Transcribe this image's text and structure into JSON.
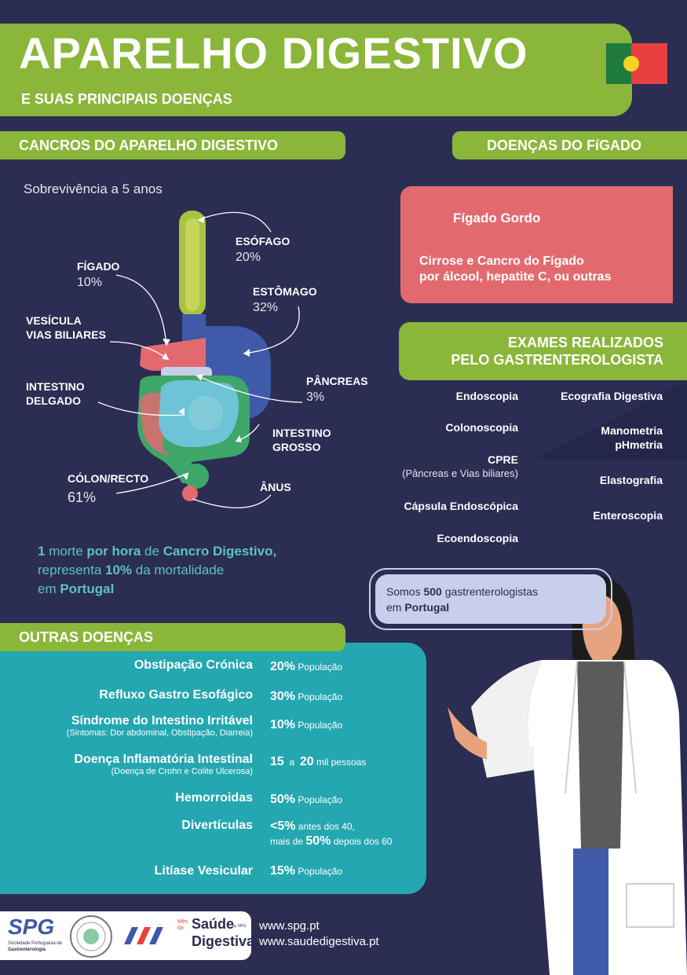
{
  "header": {
    "title": "APARELHO DIGESTIVO",
    "subtitle": "E SUAS PRINCIPAIS DOENÇAS"
  },
  "sections": {
    "cancers": "CANCROS DO APARELHO DIGESTIVO",
    "liver": "DOENÇAS DO FíGADO",
    "exams_line1": "EXAMES REALIZADOS",
    "exams_line2": "PELO GASTRENTEROLOGISTA",
    "others": "OUTRAS DOENÇAS"
  },
  "survival": {
    "title": "Sobrevivência a 5 anos",
    "esofago": {
      "label": "ESÓFAGO",
      "value": "20%"
    },
    "estomago": {
      "label": "ESTÔMAGO",
      "value": "32%"
    },
    "figado": {
      "label": "FÍGADO",
      "value": "10%"
    },
    "vesicula1": "VESÍCULA",
    "vesicula2": "VIAS BILIARES",
    "pancreas": {
      "label": "PÂNCREAS",
      "value": "3%"
    },
    "intestino_delgado1": "INTESTINO",
    "intestino_delgado2": "DELGADO",
    "intestino_grosso1": "INTESTINO",
    "intestino_grosso2": "GROSSO",
    "colon": {
      "label": "CÓLON/RECTO",
      "value": "61%"
    },
    "anus": "ÂNUS"
  },
  "liver_panel": {
    "item1": "Fígado Gordo",
    "item2_line1": "Cirrose e Cancro do Fígado",
    "item2_line2": "por  álcool, hepatite C, ou outras"
  },
  "exams": {
    "left": [
      "Endoscopia",
      "Colonoscopia",
      "CPRE",
      "Cápsula Endoscópica",
      "Ecoendoscopia"
    ],
    "cpre_note": "(Pâncreas e Vias biliares)",
    "right": [
      "Ecografia Digestiva",
      "Manometria",
      "pHmetria",
      "Elastografia",
      "Enteroscopia"
    ]
  },
  "mortality": {
    "n": "1",
    "t1": " morte ",
    "b1": "por hora",
    "t2": " de ",
    "b2": "Cancro Digestivo,",
    "t3": "representa ",
    "b3": "10%",
    "t4": " da mortalidade",
    "t5": "em ",
    "b4": "Portugal"
  },
  "bubble": {
    "t1": "Somos ",
    "b1": "500",
    "t2": " gastrenterologistas",
    "t3": "em ",
    "b2": "Portugal"
  },
  "other_diseases": [
    {
      "name": "Obstipação Crónica",
      "sub": "",
      "value": "20%",
      "unit": " População"
    },
    {
      "name": "Refluxo Gastro Esofágico",
      "sub": "",
      "value": "30%",
      "unit": " População"
    },
    {
      "name": "Síndrome do Intestino Irritável",
      "sub": "(Sintomas: Dor abdominal, Obstipação, Diarreia)",
      "value": "10%",
      "unit": " População"
    },
    {
      "name": "Doença Inflamatória Intestinal",
      "sub": "(Doença de Crohn e Colite Ulcerosa)",
      "value": "15",
      "unit": "  a  ",
      "value2": "20",
      "unit2": " mil pessoas"
    },
    {
      "name": "Hemorroidas",
      "sub": "",
      "value": "50%",
      "unit": " População"
    },
    {
      "name": "Divertículas",
      "sub": "",
      "value": "<5%",
      "unit": " antes dos 40,",
      "line2a": "mais de ",
      "line2b": "50%",
      "line2c": " depois dos 60"
    },
    {
      "name": "Litíase Vesicular",
      "sub": "",
      "value": "15%",
      "unit": " População"
    }
  ],
  "footer": {
    "spg": "SPG",
    "spg_sub1": "Sociedade Portuguesa de",
    "spg_sub2": "Gastrenterologia",
    "mes": "Mês",
    "da": "da",
    "saude": "Saúde",
    "digestiva": "Digestiva",
    "byspg": "by SPG",
    "web1": "www.spg.pt",
    "web2": "www.saudedigestiva.pt"
  },
  "colors": {
    "background": "#2b2d52",
    "green": "#8ab63a",
    "teal": "#24a7b0",
    "coral": "#e26a6f"
  }
}
